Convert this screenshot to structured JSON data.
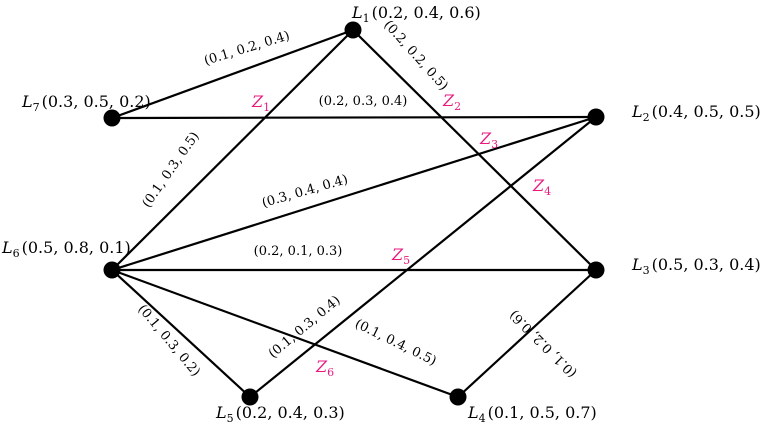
{
  "colors": {
    "edge": "#000000",
    "node": "#000000",
    "crossing_label": "#e8197f"
  },
  "vertices": [
    {
      "id": "L1",
      "name": "L",
      "sub": "1",
      "value": "(0.2, 0.4, 0.6)"
    },
    {
      "id": "L2",
      "name": "L",
      "sub": "2",
      "value": "(0.4, 0.5, 0.5)"
    },
    {
      "id": "L3",
      "name": "L",
      "sub": "3",
      "value": "(0.5, 0.3, 0.4)"
    },
    {
      "id": "L4",
      "name": "L",
      "sub": "4",
      "value": "(0.1, 0.5, 0.7)"
    },
    {
      "id": "L5",
      "name": "L",
      "sub": "5",
      "value": "(0.2, 0.4, 0.3)"
    },
    {
      "id": "L6",
      "name": "L",
      "sub": "6",
      "value": "(0.5, 0.8, 0.1)"
    },
    {
      "id": "L7",
      "name": "L",
      "sub": "7",
      "value": "(0.3, 0.5, 0.2)"
    }
  ],
  "edges": [
    {
      "id": "e71",
      "from": "L7",
      "to": "L1",
      "label": "(0.1, 0.2, 0.4)"
    },
    {
      "id": "e72",
      "from": "L7",
      "to": "L2",
      "label": "(0.2, 0.3, 0.4)"
    },
    {
      "id": "e13",
      "from": "L1",
      "to": "L3",
      "label": "(0.2, 0.2, 0.5)"
    },
    {
      "id": "e61",
      "from": "L6",
      "to": "L1",
      "label": "(0.1, 0.3, 0.5)"
    },
    {
      "id": "e62",
      "from": "L6",
      "to": "L2",
      "label": "(0.3, 0.4, 0.4)"
    },
    {
      "id": "e63",
      "from": "L6",
      "to": "L3",
      "label": "(0.2, 0.1, 0.3)"
    },
    {
      "id": "e65",
      "from": "L6",
      "to": "L5",
      "label": "(0.1, 0.3, 0.2)"
    },
    {
      "id": "e64",
      "from": "L6",
      "to": "L4",
      "label": "(0.1, 0.4, 0.5)"
    },
    {
      "id": "e52",
      "from": "L5",
      "to": "L2",
      "label": "(0.1, 0.3, 0.4)"
    },
    {
      "id": "e43",
      "from": "L4",
      "to": "L3",
      "label": "(0.1, 0.2, 0.6)"
    }
  ],
  "crossings": [
    {
      "id": "Z1",
      "name": "Z",
      "sub": "1"
    },
    {
      "id": "Z2",
      "name": "Z",
      "sub": "2"
    },
    {
      "id": "Z3",
      "name": "Z",
      "sub": "3"
    },
    {
      "id": "Z4",
      "name": "Z",
      "sub": "4"
    },
    {
      "id": "Z5",
      "name": "Z",
      "sub": "5"
    },
    {
      "id": "Z6",
      "name": "Z",
      "sub": "6"
    }
  ]
}
